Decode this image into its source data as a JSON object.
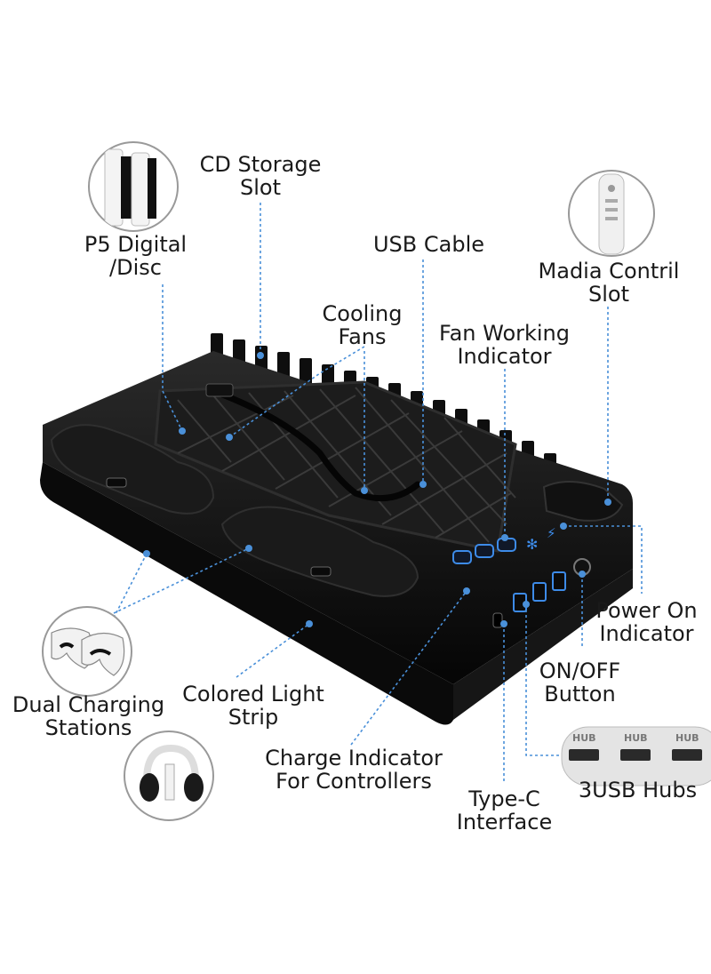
{
  "callouts": {
    "cd_storage": "CD Storage\nSlot",
    "p5_digital": "P5 Digital\n/Disc",
    "usb_cable": "USB Cable",
    "madia_slot": "Madia Contril\nSlot",
    "cooling_fans": "Cooling\nFans",
    "fan_indicator": "Fan Working\nIndicator",
    "power_on": "Power On\nIndicator",
    "on_off": "ON/OFF\nButton",
    "dual_charging": "Dual Charging\nStations",
    "colored_strip": "Colored Light\nStrip",
    "charge_indicator": "Charge Indicator\nFor Controllers",
    "type_c": "Type-C\nInterface",
    "usb_hubs": "3USB Hubs"
  },
  "hub_text": "HUB",
  "colors": {
    "leader": "#4a90d9",
    "body": "#141414",
    "accent": "#3d8be8"
  }
}
